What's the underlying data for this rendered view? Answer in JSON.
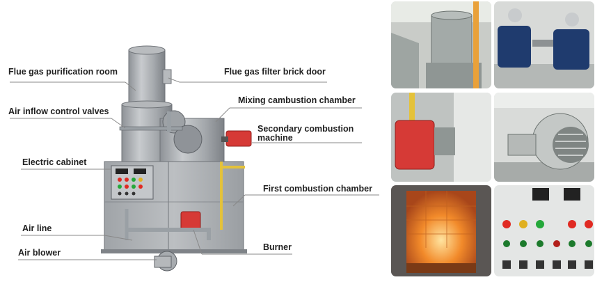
{
  "labels": {
    "flue_gas_purification_room": "Flue gas purification room",
    "air_inflow_control_valves": "Air inflow control valves",
    "electric_cabinet": "Electric cabinet",
    "air_line": "Air line",
    "air_blower": "Air blower",
    "flue_gas_filter_brick_door": "Flue gas filter brick door",
    "mixing_combustion_chamber": "Mixing cambustion chamber",
    "secondary_combustion_machine_line1": "Secondary combustion",
    "secondary_combustion_machine_line2": "machine",
    "first_combustion_chamber": "First combustion chamber",
    "burner": "Burner"
  },
  "photos": [
    {
      "name": "chimney-closeup-photo",
      "subject": "grey flue stack"
    },
    {
      "name": "blue-motors-photo",
      "subject": "two blue electric motors"
    },
    {
      "name": "red-burner-photo",
      "subject": "red burner unit"
    },
    {
      "name": "blower-fan-photo",
      "subject": "centrifugal blower"
    },
    {
      "name": "furnace-interior-photo",
      "subject": "burning chamber interior"
    },
    {
      "name": "control-panel-photo",
      "subject": "panel with lamps and switches"
    }
  ],
  "colors": {
    "machine_body": "#a9adb1",
    "burner_red": "#d63a36",
    "motor_blue": "#1f3b6e",
    "fire_orange": "#f28a2a",
    "leader_line": "#888888"
  }
}
